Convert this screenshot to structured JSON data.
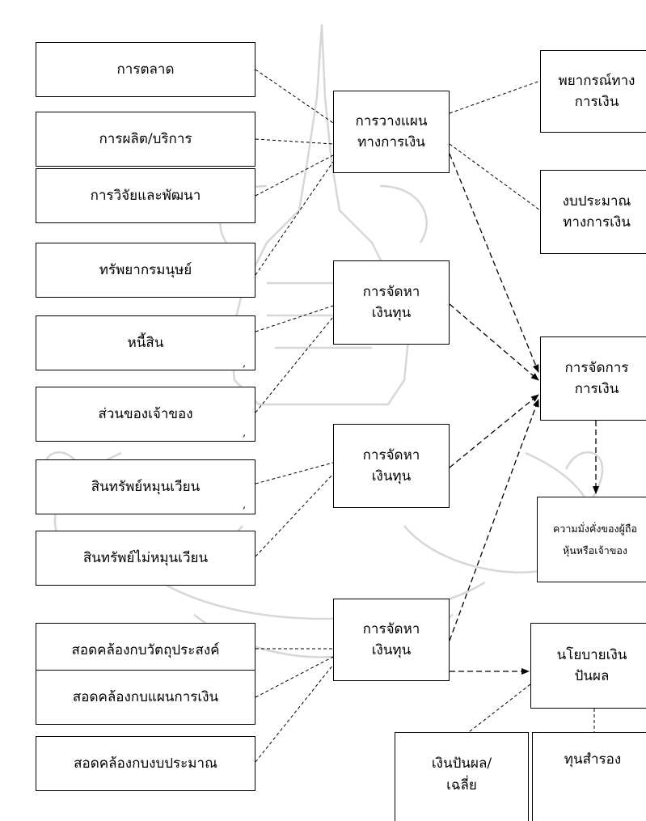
{
  "diagram": {
    "left_factors": {
      "marketing": "การตลาด",
      "production": "การผลิต/บริการ",
      "rnd": "การวิจัยและพัฒนา",
      "human_resources": "ทรัพยากรมนุษย์",
      "liabilities": "หนี้สิน",
      "equity": "ส่วนของเจ้าของ",
      "current_assets": "สินทรัพย์หมุนเวียน",
      "fixed_assets": "สินทรัพย์ไม่หมุนเวียน",
      "fit_objectives": "สอดคล้องกบวัตถุประสงค์",
      "fit_plan": "สอดคล้องกบแผนการเงิน",
      "fit_budget": "สอดคล้องกบงบประมาณ"
    },
    "middle": {
      "financial_planning": "การวางแผน\nทางการเงิน",
      "fund_raising_1": "การจัดหา\nเงินทุน",
      "fund_raising_2": "การจัดหา\nเงินทุน",
      "fund_raising_3": "การจัดหา\nเงินทุน"
    },
    "right": {
      "financial_forecast": "พยากรณ์ทาง\nการเงิน",
      "financial_budget": "งบประมาณ\nทางการเงิน",
      "financial_management": "การจัดการ\nการเงิน",
      "shareholder_wealth": "ความมั่งคั่งของผู้ถือ\nหุ้นหรือเจ้าของ",
      "dividend_policy": "นโยบายเงิน\nปันผล"
    },
    "bottom": {
      "dividend": "เงินปันผล/\nเฉลี่ย",
      "reserve": "ทุนสำรอง"
    },
    "stray_marks": [
      ",",
      ",",
      ",",
      ","
    ]
  }
}
